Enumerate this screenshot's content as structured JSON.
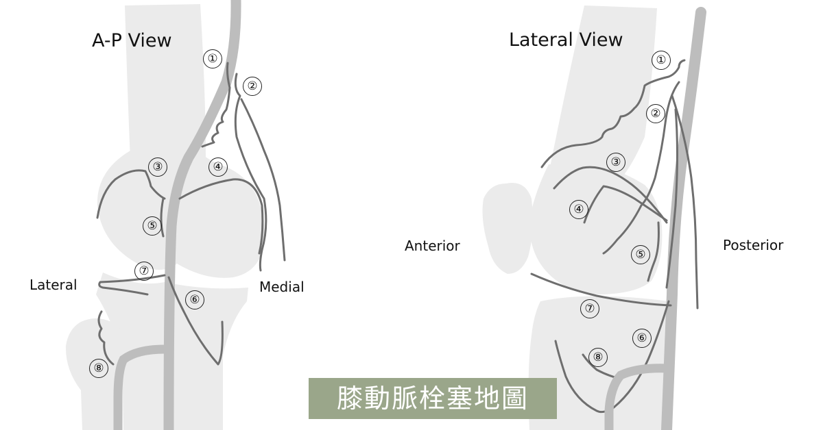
{
  "ap_view": {
    "title": "A-P View",
    "side_lateral": "Lateral",
    "side_medial": "Medial",
    "numbers": [
      "①",
      "②",
      "③",
      "④",
      "⑤",
      "⑥",
      "⑦",
      "⑧"
    ]
  },
  "lateral_view": {
    "title": "Lateral View",
    "side_anterior": "Anterior",
    "side_posterior": "Posterior",
    "numbers": [
      "①",
      "②",
      "③",
      "④",
      "⑤",
      "⑥",
      "⑦",
      "⑧"
    ]
  },
  "banner": {
    "text": "膝動脈栓塞地圖"
  },
  "colors": {
    "bone": "#ebebeb",
    "artery": "#bdbdbd",
    "branch": "#6e6e6e",
    "banner": "#9aa68a"
  }
}
